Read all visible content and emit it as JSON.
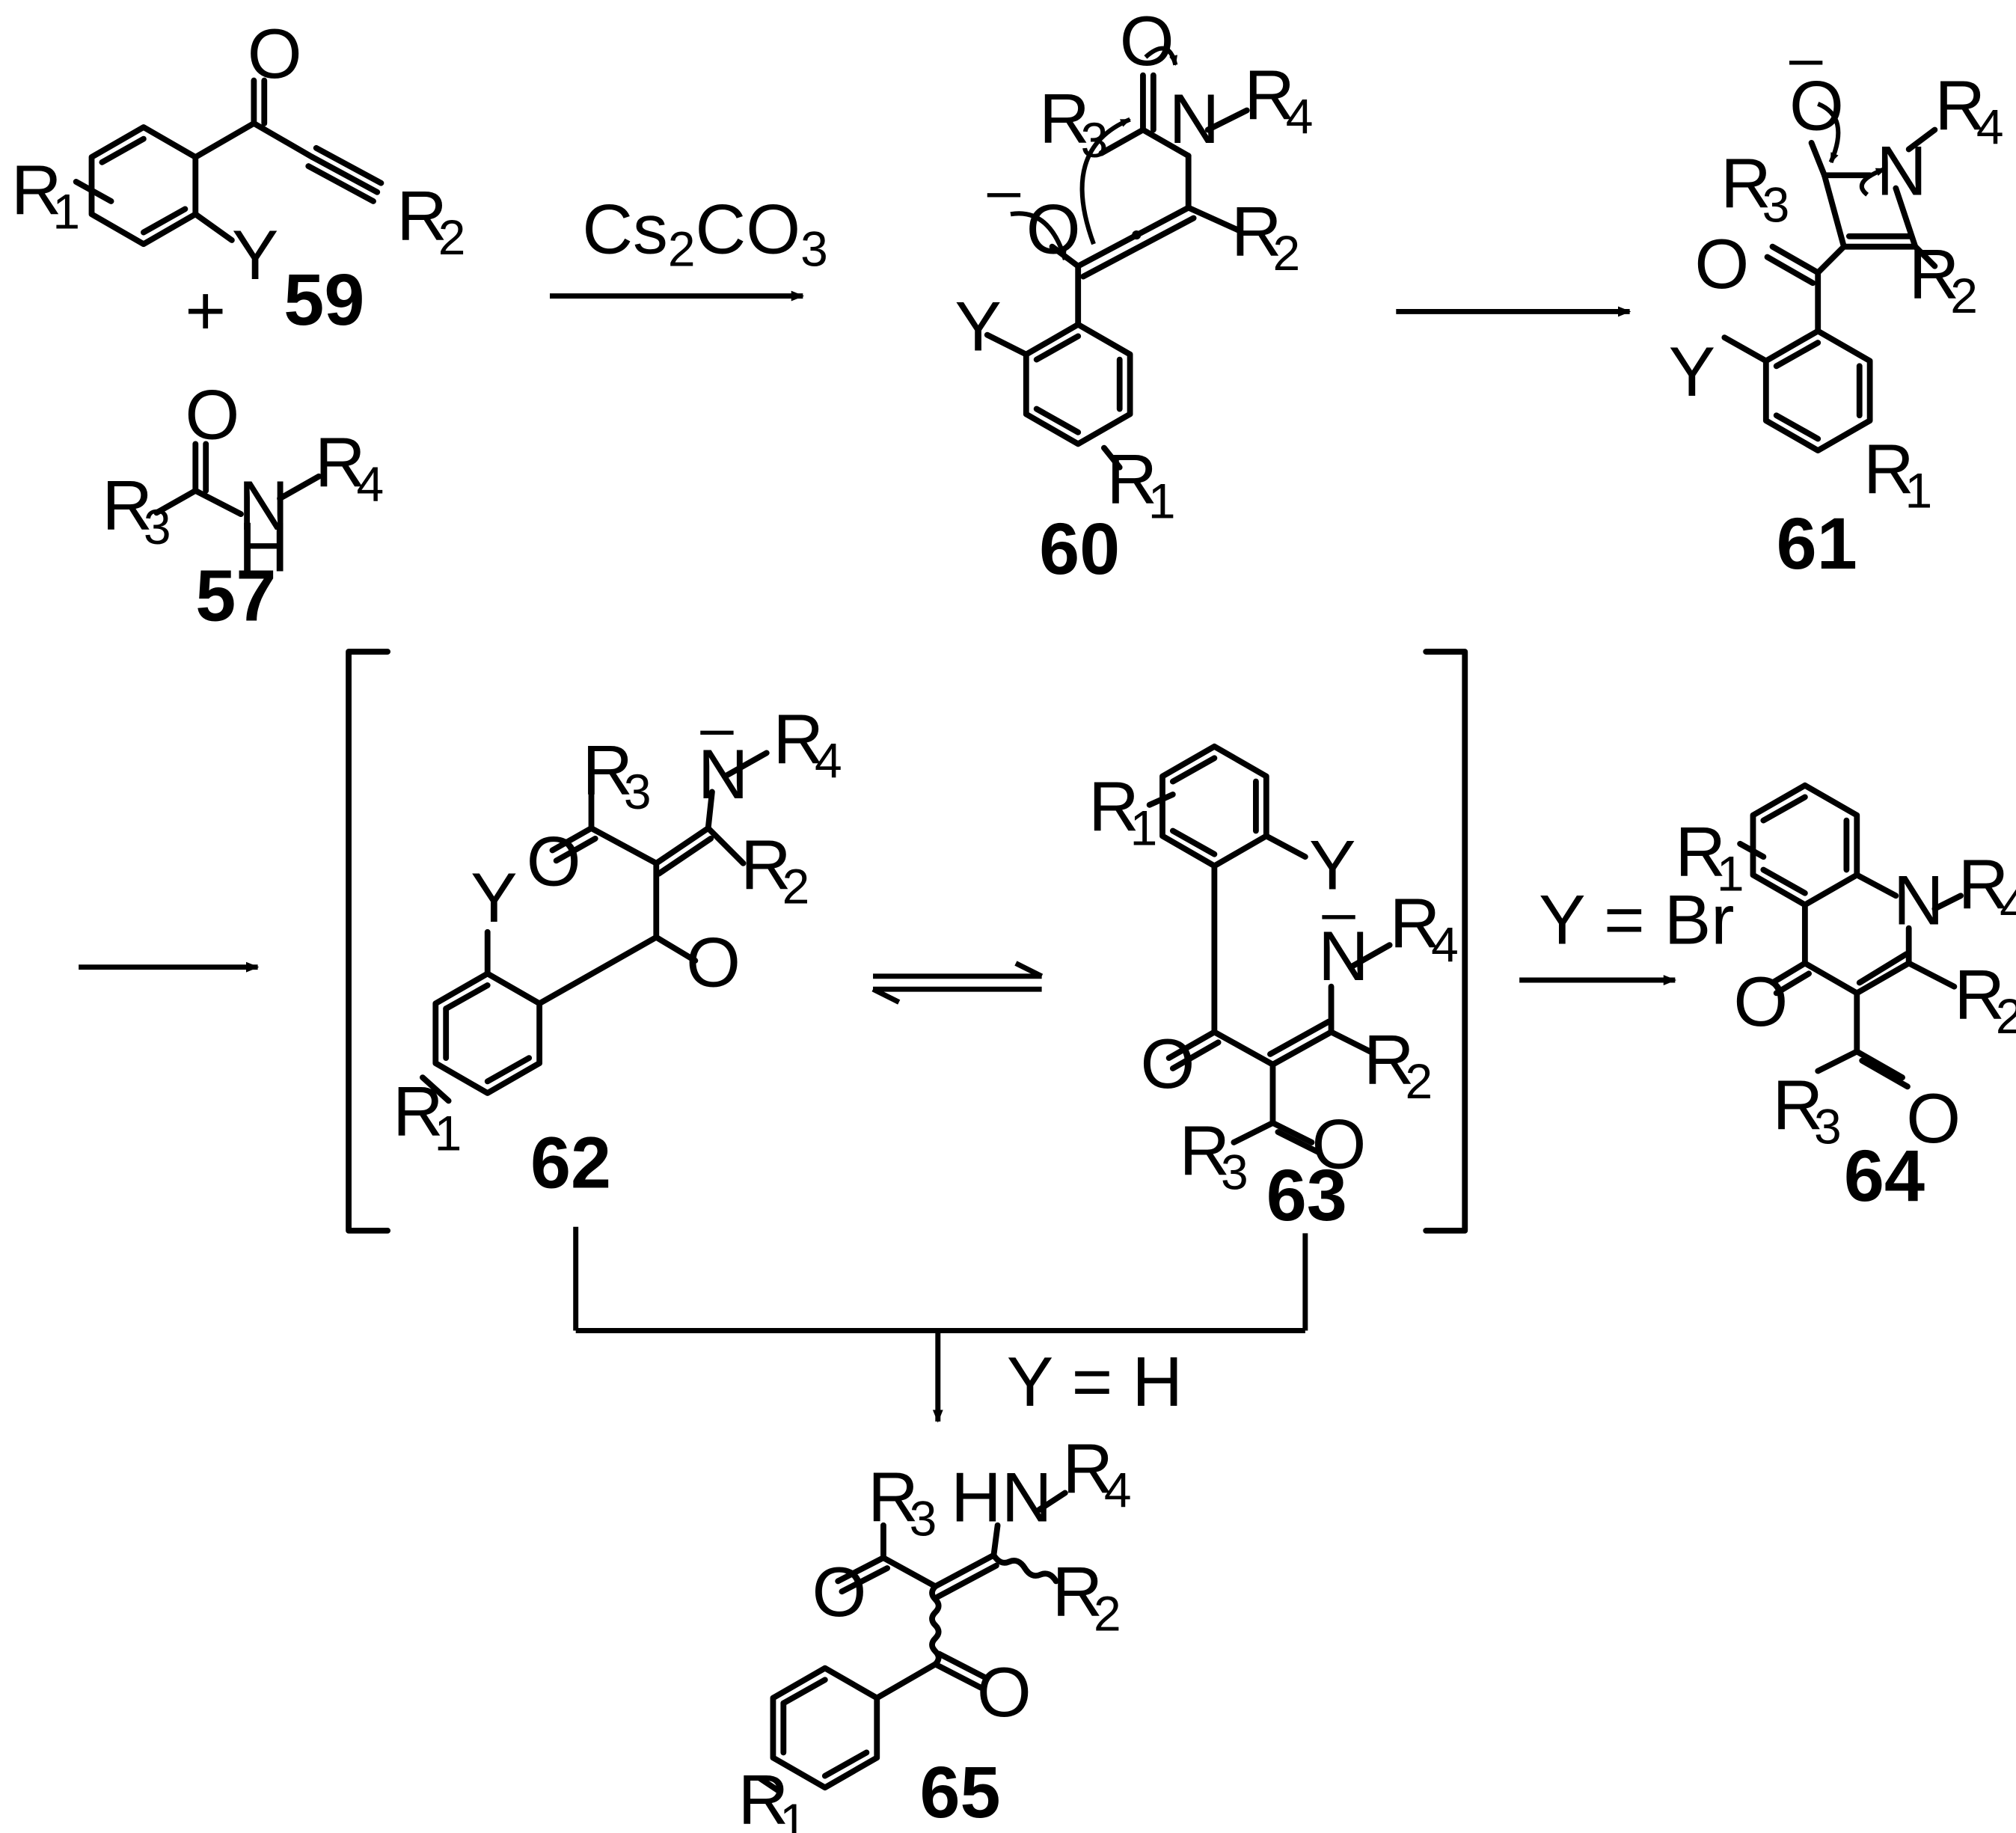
{
  "atoms": {
    "O": "O",
    "N": "N",
    "H": "H",
    "Y": "Y",
    "NH": "NH",
    "HN": "HN",
    "R": "R",
    "R1n": "1",
    "R2n": "2",
    "R3n": "3",
    "R4n": "4",
    "plus": "+",
    "minus": "–"
  },
  "conditions": {
    "base": "Cs",
    "base_sub1": "2",
    "base_mid": "CO",
    "base_sub2": "3",
    "y_br": "Y = Br",
    "y_h": "Y = H"
  },
  "compounds": [
    "59",
    "57",
    "60",
    "61",
    "62",
    "63",
    "64",
    "65"
  ]
}
